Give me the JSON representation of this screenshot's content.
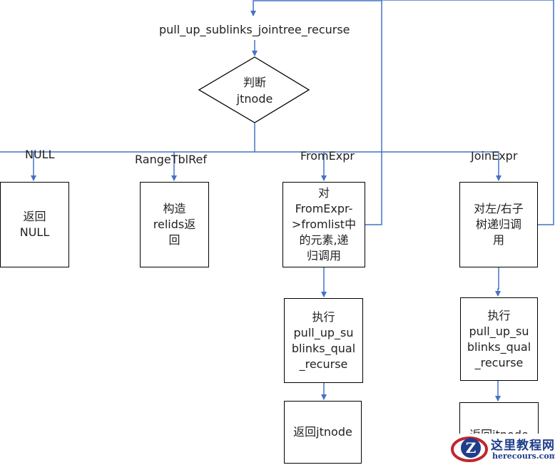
{
  "diagram": {
    "entry_function": "pull_up_sublinks_jointree_recurse",
    "decision": "判断\njtnode",
    "branches": {
      "null": "NULL",
      "rangetblref": "RangeTblRef",
      "fromexpr": "FromExpr",
      "joinexpr": "JoinExpr"
    },
    "boxes": {
      "return_null": "返回\nNULL",
      "build_relids": "构造\nrelids返\n回",
      "fromexpr_recurse": "对\nFromExpr-\n>fromlist中\n的元素,递\n归调用",
      "joinexpr_recurse": "对左/右子\n树递归调\n用",
      "fromexpr_qual": "执行\npull_up_su\nblinks_qual\n_recurse",
      "joinexpr_qual": "执行\npull_up_su\nblinks_qual\n_recurse",
      "fromexpr_return": "返回jtnode",
      "joinexpr_return": "返回jtnode"
    },
    "colors": {
      "line": "#4472c4",
      "border": "#000000"
    }
  },
  "watermark": {
    "text": "这里教程网",
    "sub": "herecours.com"
  }
}
